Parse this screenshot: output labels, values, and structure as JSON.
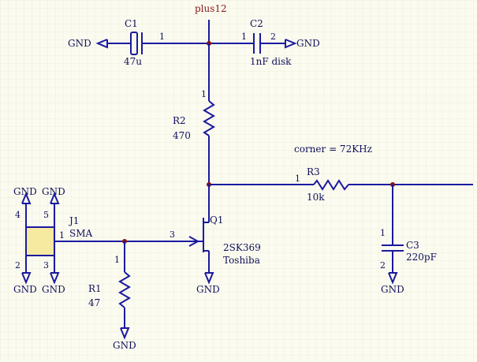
{
  "colors": {
    "background": "#fbfbf0",
    "grid": "#ececdf",
    "wire": "#1a1aa0",
    "text": "#10105a",
    "net_label": "#8a1a1a",
    "junction": "#8a1010",
    "connector_fill": "#f6e9a0"
  },
  "nets": {
    "supply": "plus12",
    "gnd": "GND"
  },
  "annotation": "corner = 72KHz",
  "components": {
    "C1": {
      "ref": "C1",
      "value": "47u",
      "pin1": "1"
    },
    "C2": {
      "ref": "C2",
      "value": "1nF disk",
      "pin1": "1",
      "pin2": "2"
    },
    "R2": {
      "ref": "R2",
      "value": "470",
      "pin1": "1"
    },
    "R3": {
      "ref": "R3",
      "value": "10k",
      "pin1": "1"
    },
    "C3": {
      "ref": "C3",
      "value": "220pF",
      "pin1": "1",
      "pin2": "2"
    },
    "Q1": {
      "ref": "Q1",
      "part": "2SK369",
      "maker": "Toshiba",
      "pin3": "3"
    },
    "J1": {
      "ref": "J1",
      "value": "SMA",
      "pin1": "1",
      "pin2": "2",
      "pin3": "3",
      "pin4": "4",
      "pin5": "5"
    },
    "R1": {
      "ref": "R1",
      "value": "47",
      "pin1": "1"
    }
  }
}
